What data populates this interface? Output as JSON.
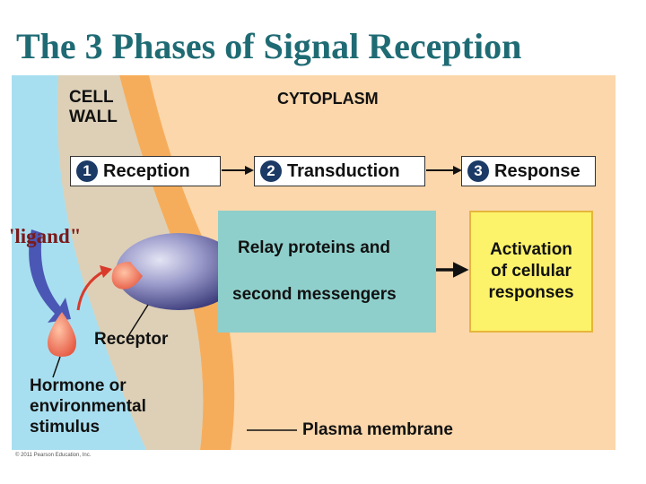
{
  "title": "The 3 Phases of Signal Reception",
  "labels": {
    "cell_wall_1": "CELL",
    "cell_wall_2": "WALL",
    "cytoplasm": "CYTOPLASM",
    "ligand": "'ligand\"",
    "receptor": "Receptor",
    "hormone_1": "Hormone or",
    "hormone_2": "environmental",
    "hormone_3": "stimulus",
    "plasma_membrane": "Plasma membrane",
    "copyright": "© 2011 Pearson Education, Inc."
  },
  "phases": [
    {
      "num": "1",
      "label": "Reception"
    },
    {
      "num": "2",
      "label": "Transduction"
    },
    {
      "num": "3",
      "label": "Response"
    }
  ],
  "relay": {
    "line1": "Relay proteins and",
    "line2": "second messengers"
  },
  "activation": {
    "line1": "Activation",
    "line2": "of cellular",
    "line3": "responses"
  },
  "colors": {
    "title": "#1f6b74",
    "cytoplasm": "#fbd7ab",
    "outside": "#a8dff0",
    "cell_wall": "#ddd0b7",
    "membrane": "#f6ad5b",
    "relay_box": "#8ecfcb",
    "activation_box": "#fdf36a",
    "receptor_protein": "#8f8fc4",
    "ligand_drop": "#f26f5f",
    "curved_arrow_blue": "#4b57b4",
    "curved_arrow_red": "#d93a2b",
    "step_badge": "#1b3a66"
  }
}
